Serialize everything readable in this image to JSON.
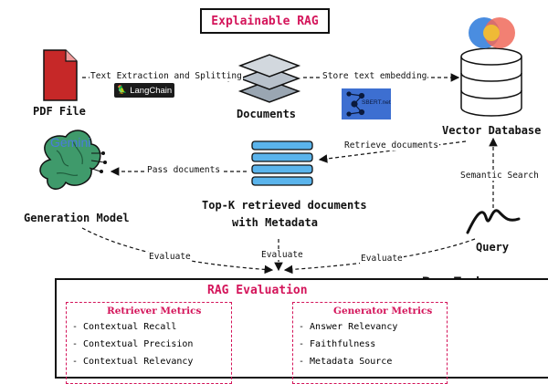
{
  "title": "Explainable RAG",
  "nodes": {
    "pdf": "PDF File",
    "documents": "Documents",
    "vector_db": "Vector Database",
    "generation": "Generation Model",
    "topk_line1": "Top-K retrieved documents",
    "topk_line2": "with Metadata",
    "query": "Query"
  },
  "edges": {
    "extract": "Text Extraction and Splitting",
    "store": "Store text embedding",
    "retrieve": "Retrieve documents",
    "pass": "Pass documents",
    "semantic": "Semantic Search",
    "evaluate": "Evaluate"
  },
  "logos": {
    "gemini": "Gemini",
    "langchain": "LangChain",
    "sbert": "SBERT.net",
    "deepeval": "DeepEval."
  },
  "evaluation": {
    "title": "RAG Evaluation",
    "retriever": {
      "heading": "Retriever Metrics",
      "items": [
        "- Contextual Recall",
        "- Contextual Precision",
        "- Contextual Relevancy"
      ]
    },
    "generator": {
      "heading": "Generator Metrics",
      "items": [
        "- Answer Relevancy",
        "- Faithfulness",
        "- Metadata Source"
      ]
    }
  },
  "colors": {
    "accent": "#d4145a",
    "pdf_red": "#c62828",
    "layer_blue": "#3d8fd6",
    "brain_green": "#2e8b57",
    "gemini_blue": "#4a7bdc"
  }
}
